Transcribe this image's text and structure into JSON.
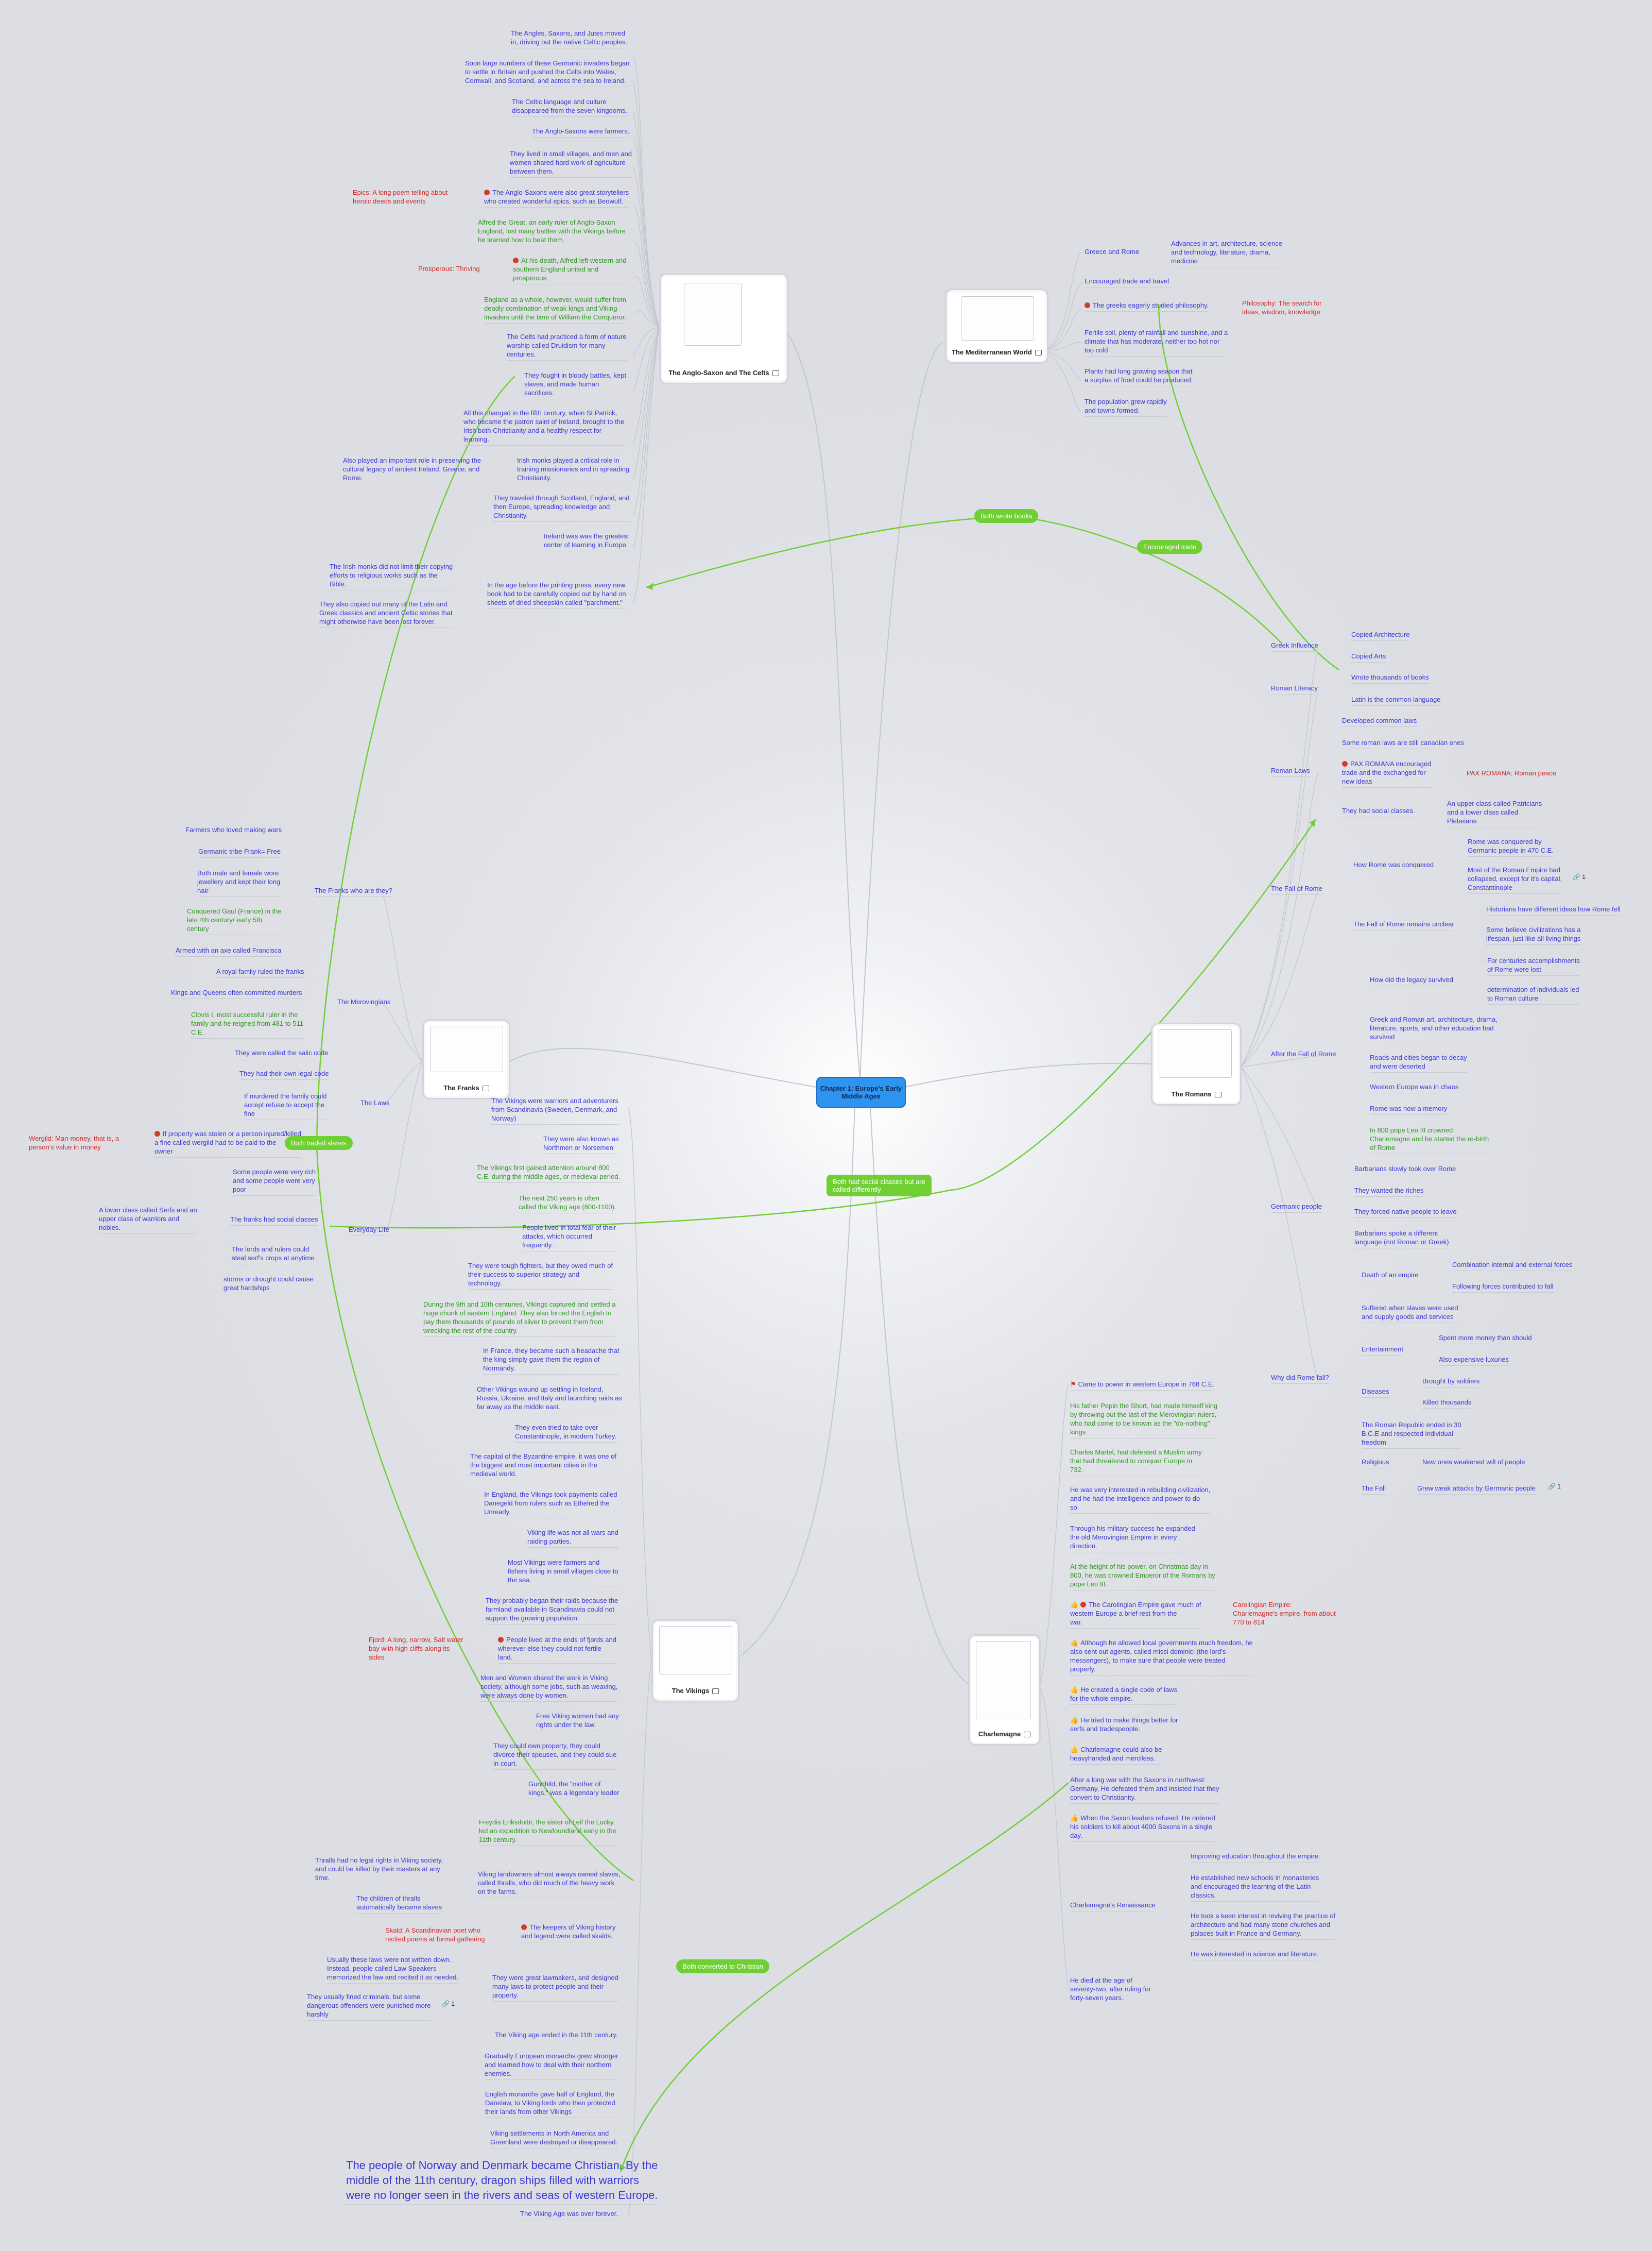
{
  "central": "Chapter 1: Europe's Early Middle Ages",
  "cards": {
    "anglo": "The Anglo-Saxon and The Celts",
    "med": "The Mediterranean World",
    "franks": "The Franks",
    "romans": "The Romans",
    "vikings": "The Vikings",
    "charlemagne": "Charlemagne"
  },
  "relationships": {
    "wrote_books": "Both wrote books",
    "trade": "Encouraged trade",
    "slaves": "Both traded slaves",
    "classes": "Both had social classes but are\ncalled differently",
    "christian": "Both converted to Christian"
  },
  "anglo": {
    "t1": "The Angles, Saxons, and Jutes moved\nin, driving out the native Celtic peoples.",
    "t2": "Soon large numbers of these Germanic invaders began\nto settle in Britain and pushed the Celts into Wales,\nCornwall, and Scotland, and across the sea to Ireland.",
    "t3": "The Celtic language and culture\ndisappeared  from the seven kingdoms.",
    "t4": "The Anglo-Saxons were farmers.",
    "t5": "They lived in small villages, and men and\nwomen shared hard work of agriculture\nbetween them.",
    "t6": "The Anglo-Saxons were also great storytellers\nwho created wonderful epics, such as Beowulf.",
    "t6note": "Epics: A long poem telling about\nheroic deeds and events",
    "t7": "Alfred the Great, an early ruler of Anglo-Saxon\nEngland, lost many battles with the Vikings before\nhe learned how to beat them.",
    "t8": "At his death, Alfred left western and\nsouthern England united and\nprosperous.",
    "t8note": "Prosperous: Thriving",
    "t9": "England as a whole, however, would suffer from\ndeadly combination of weak kings and Viking\ninvaders until the time of William the Conqueror.",
    "t10": "The Celts had practiced a form of nature\nworship called Druidism for many\ncenturies.",
    "t11": "They fought in bloody battles, kept\nslaves, and made human\nsacrifices.",
    "t12": "All this changed in the fifth century, when St.Patrick,\nwho became the patron saint of Ireland, brought to the\nIrish both Christianity and a healthy respect for\nlearning.",
    "t13": "Irish monks played a critical role in\ntraining missionaries and in spreading\nChristianity.",
    "t13note": "Also played an important role in preserving the\ncultural legacy of ancient Ireland, Greece, and\nRome.",
    "t14": "They traveled through Scotland, England, and\nthen Europe, spreading knowledge and\nChristianity.",
    "t15": "Ireland was was the greatest\ncenter of learning in Europe.",
    "t16": "In the age before the printing press, every new\nbook had to be carefully copied out by hand on\nsheets of dried sheepskin called \"parchment.\"",
    "t16a": "The Irish monks did not limit their copying\nefforts to religious works such as the\nBible.",
    "t16b": "They also copied out many of the Latin and\nGreek classics and ancient Celtic stories that\nmight otherwise have been lost forever."
  },
  "med": {
    "greece_rome": "Greece and Rome",
    "advances": "Advances in art, architecture, science\nand technology, literature, drama,\nmedicine",
    "trade": "Encouraged trade and travel",
    "philo": "The greeks eagerly studied philosophy.",
    "philonote": "Philosophy: The search for\nideas, wisdom, knowledge",
    "fertile": "Fertile soil, plenty of rainfall and sunshine, and a\nclimate that has moderate, neither too hot nor\ntoo cold",
    "plants": "Plants had long growing season that\na surplus of food could be produced.",
    "pop": "The population grew rapidly\nand towns formed."
  },
  "romans": {
    "greek_inf": "Greek Influence",
    "copied_arch": "Copied Architecture",
    "copied_arts": "Copied Arts",
    "literacy": "Roman Literacy",
    "wrote": "Wrote thousands of books",
    "latin": "Latin is the common language",
    "laws": "Roman Laws",
    "dev_laws": "Developed common laws",
    "still_laws": "Some roman laws are still canadian ones",
    "pax": "PAX ROMANA encouraged\ntrade and the exchanged for\nnew ideas",
    "pax_note": "PAX ROMANA: Roman peace",
    "classes": "They had social classes.",
    "classes_sub": "An upper class called Patricians\nand a lower class called\nPlebeians.",
    "fall": "The Fall of Rome",
    "how_fall": "How Rome was conquered",
    "conquered": "Rome was conquered by\nGermanic people in 470 C.E.",
    "collapsed": "Most of the Roman Empire had\ncollapsed, except for it's capital,\nConstantinople",
    "link1": "1",
    "unclear": "The Fall of Rome remains unclear",
    "historians": "Historians have different ideas how Rome fell",
    "believe": "Some believe civilizations has a\nlifespan, just like all living things",
    "after": "After the Fall of Rome",
    "legacy": "How did the legacy survived",
    "centuries": "For centuries accomplishments\nof Rome were lost",
    "determination": "determination of individuals led\nto Roman culture",
    "greek_roman": "Greek and Roman art, architecture, drama,\nliterature, sports, and other education had\nsurvived",
    "roads": "Roads and cities began to decay\nand were deserted",
    "chaos": "Western Europe was in chaos",
    "memory": "Rome was now a memory",
    "leo": "In 800 pope Leo III crowned\nCharlemagne and he started the re-birth\nof Rome",
    "germanic": "Germanic people",
    "barbarians": "Barbarians slowly took over Rome",
    "riches": "They wanted  the riches",
    "forced": "They forced  native people to leave",
    "language": "Barbarians spoke a different\nlanguage (not Roman or Greek)",
    "why": "Why did Rome fall?",
    "death": "Death of an empire",
    "combination": "Combination internal and external forces",
    "following": "Following forces contributed to fall",
    "suffered": "Suffered when slaves were used\nand supply goods and services",
    "entertain": "Entertainment",
    "spent": "Spent more money than should",
    "luxuries": "Also expensive luxuries",
    "diseases": "Diseases",
    "brought": "Brought by soldiers",
    "killed": "Killed thousands",
    "republic": "The Roman Republic ended in 30\nB.C.E and respected individual\nfreedom",
    "religious": "Religious",
    "new_ones": "New ones weakened will  of people",
    "the_fall": "The Fall",
    "grew_weak": "Grew weak attacks by Germanic people",
    "link2": "1"
  },
  "franks": {
    "who": "The Franks who are they?",
    "farmers": "Farmers who loved making wars",
    "tribe": "Germanic tribe Frank= Free",
    "jewellery": "Both male and female wore\njewellery and kept their long\nhair",
    "gaul": "Conquered Gaul (France) in the\nlate 4th century/ early 5th\ncentury",
    "axe": "Armed with an axe called Francisca",
    "merov": "The Merovingians",
    "royal": "A royal family ruled the franks",
    "murder": "Kings and Queens often committed murders",
    "clovis": "Clovis I, most successful ruler in the\nfamily and he reigned from 481 to 511\nC.E.",
    "laws": "The Laws",
    "salic": "They were called the salic code",
    "legal": "They had their own legal code",
    "murdered": "If murdered the family could\naccept refuse to accept the\nfine",
    "wergild": "If property was stolen or a person injured/killed\na fine called wergild had to be paid to the\nowner",
    "wergild_note": "Wergild: Man-money, that is, a\nperson's value in money",
    "everyday": "Everyday Life",
    "rich": "Some people were very rich\nand some people were very\npoor",
    "social": "The franks had social classes",
    "serfs": "A lower class called Serfs and an\nupper class of warriors and\nnobles.",
    "lords": "The lords and rulers could\nsteal serf's crops at anytime",
    "storms": "storms or drought could cause\ngreat hardships"
  },
  "vikings": {
    "v1": "The Vikings were warriors and adventurers\nfrom  Scandinavia (Sweden, Denmark, and\nNorway)",
    "v2": "They were also known as\nNorthmen or Norsemen",
    "v3": "The Vikings first gained attention around 800\nC.E. during the middle ages, or medieval period.",
    "v4": "The next 250 years is often\ncalled the Viking age (800-1100).",
    "v5": "People lived in total fear of their\nattacks, which occurred\nfrequently.",
    "v6": "They were tough fighters, but they owed much of\ntheir success to superior strategy and\ntechnology.",
    "v7": "During the 9th and 10th centuries, Vikings captured and settled a\nhuge chunk of eastern England. They also forced the English to\npay them thousands of  pounds of silver  to prevent them from\nwrecking the rest of the country.",
    "v8": "In France, they became such a headache that\nthe king simply gave them the region of\nNormandy.",
    "v9": "Other Vikings wound up settling in Iceland,\nRussia, Ukraine, and Italy and launching raids as\nfar away as the middle east.",
    "v10": "They even tried to take over\nConstantinople, in modern Turkey.",
    "v11": "The capital of the Byzantine empire, it was one of\nthe biggest and most important cities in the\nmedieval world.",
    "v12": "In England, the Vikings took payments called\nDanegeld from rulers such as Ethelred the\nUnready.",
    "v13": "Viking life was not all wars and\nraiding parties.",
    "v14": "Most Vikings were farmers and\nfishers living in small villages close to\nthe sea.",
    "v15": "They probably began their raids because the\nfarmland available in Scandinavia could not\nsupport the growing population.",
    "v16": "People lived at the ends of fjords and\nwherever else they could not fertile\nland.",
    "v16note": "Fjord: A long, narrow, Salt water\nbay with high cliffs along its\nsides",
    "v17": "Men and Women shared the work in Viking\nsociety, although some jobs, such as weaving,\nwere always done by women.",
    "v18": "Free Viking women had any\nrights under the law.",
    "v19": "They could own property, they could\ndivorce their spouses, and they could sue\nin court.",
    "v20": "Gunnhild, the \"mother of\nkings,\" was a legendary leader",
    "v21": "Freydis Eriksdottir, the sister of Leif the Lucky,\nled an expedition to Newfoundland early in the\n11th century.",
    "v22": "Viking landowners almost always owned slaves,\ncalled  thralls, who did much of the heavy work\non the farms.",
    "v22a": "Thralls had no legal rights in Viking society,\nand could be killed by their masters at any\ntime.",
    "v22b": "The children of thralls\nautomatically became slaves",
    "v23": "The keepers of Viking history\nand legend were called skalds.",
    "v23note": "Skald: A Scandinavian poet who\nrecited poems at formal gathering",
    "v24": "They were great lawmakers, and designed\nmany laws to protect people and their\nproperty.",
    "v24a": "Usually these laws were not written down.\nInstead, people called Law Speakers\nmemorized the law and recited it as needed.",
    "v24b": "They usually fined criminals, but some\ndangerous offenders were punished more\nharshly",
    "link3": "1",
    "v25": "The Viking age ended in the 11th century.",
    "v26": "Gradually European monarchs grew stronger\nand learned how to deal with their northern\nenemies.",
    "v27": "English monarchs gave half  of England, the\nDanelaw, to Viking lords who then protected\ntheir lands from other Vikings",
    "v28": "Viking settlements in North America and\nGreenland were destroyed or disappeared.",
    "v29": "The people of Norway and Denmark became Christian. By the\nmiddle of the 11th century, dragon ships filled with warriors\nwere no longer  seen in the rivers and seas of western Europe.",
    "v30": "The Viking Age was over forever."
  },
  "charlemagne": {
    "c1": "Came to power in western Europe in 768 C.E.",
    "c2": "His father Pepin the Short, had made himself king\nby throwing out the last of the Merovingian rulers,\nwho had come to be known as the \"do-nothing\"\nkings",
    "c3": "Charles Martel, had defeated a Muslim army\nthat had threatened to conquer Europe in\n732.",
    "c4": "He was very interested in rebuilding civilization,\nand he had the intelligence and power to do\nso.",
    "c5": "Through his military success he expanded\nthe old Merovingian Empire in every\ndirection.",
    "c6": "At the height of his power, on Christmas day in\n800, he was crowned Emperor of the Romans by\npope Leo III.",
    "c7": "The Carolingian Empire gave much of\nwestern Europe a brief rest from the\nwar.",
    "c7note": "Carolingian Empire:\nCharlemagne's empire, from about\n770 to 814",
    "c8": "Although he allowed local governments much freedom, he\nalso sent out agents, called missi dominici (the lord's\nmessengers), to make sure that people were treated\nproperly.",
    "c9": "He created a single code of laws\nfor the whole empire.",
    "c10": "He tried to make things better for\nserfs and tradespeople.",
    "c11": "Charlemagne could also be\nheavyhanded and merciless.",
    "c12": "After a long war with the Saxons in northwest\nGermany, He defeated them and insisted that they\nconvert to Christianity.",
    "c13": "When the Saxon leaders refused, He ordered\nhis soldiers to kill about 4000 Saxons in a single\nday.",
    "ren": "Charlemagne's Renaissance",
    "r1": "Improving education throughout the empire.",
    "r2": "He established new schools in monasteries\nand encouraged the learning of the Latin\nclassics.",
    "r3": "He took a keen interest in reviving the practice of\narchitecture and had many stone churches and\npalaces built in France and Germany.",
    "r4": "He was interested in science and literature.",
    "c14": "He died at the age of\nseventy-two, after ruling for\nforty-seven years."
  },
  "colors": {
    "topic": "#3b3bd6",
    "green": "#2f9a22",
    "red": "#d42a2a",
    "relationship": "#6fcf33",
    "central": "#2f94f0"
  }
}
